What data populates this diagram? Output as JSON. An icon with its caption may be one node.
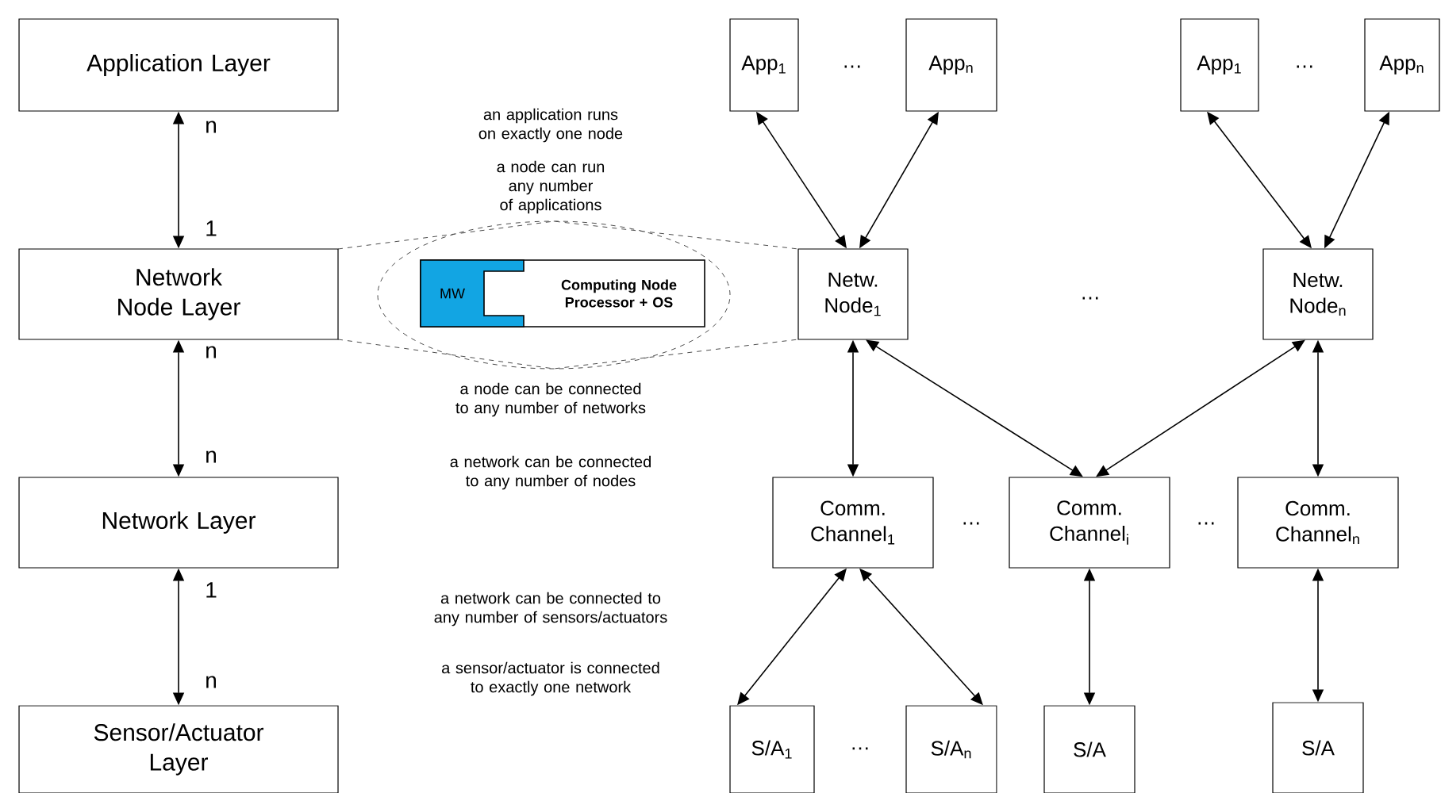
{
  "diagram": {
    "nodes": [
      {
        "text": [
          "Application Layer"
        ]
      },
      {
        "text": [
          "Network Node Layer"
        ]
      },
      {
        "text": [
          "Network Layer"
        ]
      },
      {
        "text": [
          "Sensor/Actuator Layer"
        ]
      },
      {
        "text": [
          "Computing Node Processor + OS"
        ]
      },
      {
        "text": [
          "MW"
        ],
        "in": 4
      },
      {
        "text": [
          "App$_{1}$"
        ]
      },
      {
        "text": [
          "App$_{n}$"
        ]
      },
      {
        "text": [
          "App$_{1}$"
        ]
      },
      {
        "text": [
          "App$_{n}$"
        ]
      },
      {
        "text": [
          "Netw. Node$_{1}$"
        ]
      },
      {
        "text": [
          "Netw. Node$_{n}$"
        ]
      },
      {
        "text": [
          "Comm. Channel$_{1}$"
        ]
      },
      {
        "text": [
          "Comm. Channel$_{i}$"
        ]
      },
      {
        "text": [
          "Comm. Channel$_{n}$"
        ]
      },
      {
        "text": [
          "S/A$_{1}$"
        ]
      },
      {
        "text": [
          "S/A$_{n}$"
        ]
      },
      {
        "text": [
          "S/A"
        ]
      },
      {
        "text": [
          "S/A"
        ]
      }
    ],
    "edges": [
      {
        "from": 0,
        "to": 1,
        "arrow": "both"
      },
      {
        "from": 1,
        "to": 2,
        "arrow": "both"
      },
      {
        "from": 2,
        "to": 3,
        "arrow": "both"
      },
      {
        "from": 6,
        "to": 10,
        "arrow": "both"
      },
      {
        "from": 7,
        "to": 10,
        "arrow": "both"
      },
      {
        "from": 8,
        "to": 11,
        "arrow": "both"
      },
      {
        "from": 9,
        "to": 11,
        "arrow": "both"
      },
      {
        "from": 10,
        "to": 12,
        "arrow": "both"
      },
      {
        "from": 10,
        "to": 13,
        "arrow": "both"
      },
      {
        "from": 11,
        "to": 13,
        "arrow": "both"
      },
      {
        "from": 11,
        "to": 14,
        "arrow": "both"
      },
      {
        "from": 12,
        "to": 15,
        "arrow": "both"
      },
      {
        "from": 12,
        "to": 16,
        "arrow": "both"
      },
      {
        "from": 13,
        "to": 17,
        "arrow": "both"
      },
      {
        "from": 14,
        "to": 18,
        "arrow": "both"
      }
    ],
    "labels": [
      "n",
      "1",
      "n",
      "n",
      "1",
      "n",
      "an application runs on exactly one node",
      "a node can run any number of applications",
      "a node can be connected to any number of networks",
      "a network can be connected to any number of nodes",
      "a network can be connected to any number of sensors/actuators",
      "a sensor/actuator is connected to exactly one network",
      "…",
      "…",
      "…",
      "…",
      "…",
      "…"
    ]
  }
}
